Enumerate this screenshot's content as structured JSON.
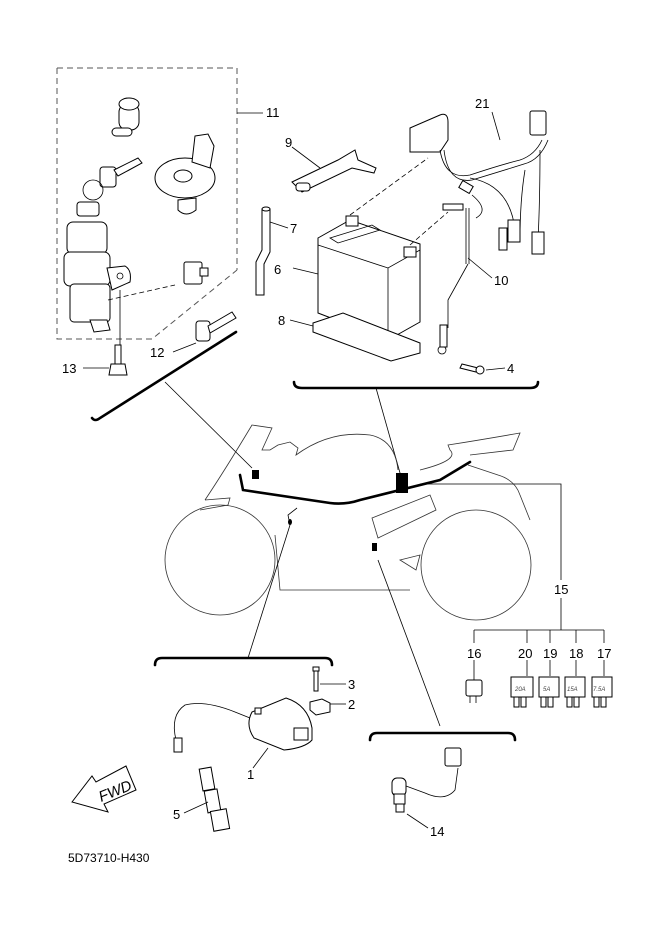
{
  "diagram": {
    "title": "Electrical parts diagram",
    "drawing_code": "5D73710-H430",
    "direction_indicator": "FWD",
    "callouts": [
      {
        "id": "1",
        "part": "ignition-coil"
      },
      {
        "id": "2",
        "part": "nut"
      },
      {
        "id": "3",
        "part": "bolt"
      },
      {
        "id": "4",
        "part": "screw"
      },
      {
        "id": "5",
        "part": "spark-plug-cap"
      },
      {
        "id": "6",
        "part": "battery"
      },
      {
        "id": "7",
        "part": "breather-pipe"
      },
      {
        "id": "8",
        "part": "battery-pad"
      },
      {
        "id": "9",
        "part": "battery-band"
      },
      {
        "id": "10",
        "part": "minus-lead"
      },
      {
        "id": "11",
        "part": "main-switch-lock-set"
      },
      {
        "id": "12",
        "part": "key-blank"
      },
      {
        "id": "13",
        "part": "bolt"
      },
      {
        "id": "14",
        "part": "neutral-switch"
      },
      {
        "id": "15",
        "part": "fuse-group"
      },
      {
        "id": "16",
        "part": "relay"
      },
      {
        "id": "17",
        "part": "fuse"
      },
      {
        "id": "18",
        "part": "fuse"
      },
      {
        "id": "19",
        "part": "fuse"
      },
      {
        "id": "20",
        "part": "fuse"
      },
      {
        "id": "21",
        "part": "starter-relay-assy"
      }
    ],
    "fuses": [
      {
        "callout": "20",
        "rating": "20A"
      },
      {
        "callout": "19",
        "rating": "5A"
      },
      {
        "callout": "18",
        "rating": "15A"
      },
      {
        "callout": "17",
        "rating": "7.5A"
      }
    ]
  }
}
